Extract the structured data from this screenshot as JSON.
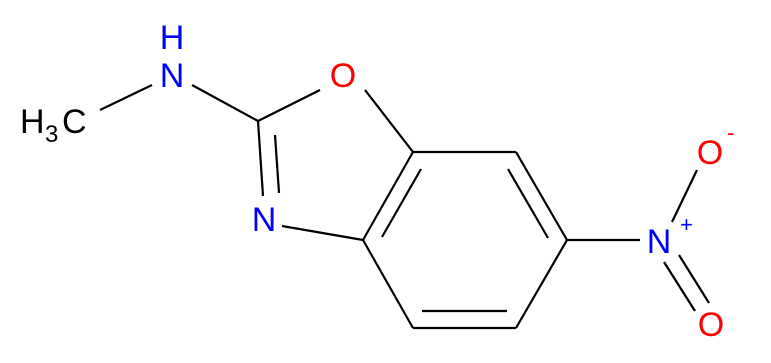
{
  "molecule": {
    "atoms": {
      "nh_n": "N",
      "nh_h": "H",
      "methyl_h": "H",
      "methyl_sub": "3",
      "methyl_c": "C",
      "ring_o": "O",
      "ring_n": "N",
      "nitro_n": "N",
      "nitro_n_charge": "+",
      "nitro_o_top": "O",
      "nitro_o_top_charge": "-",
      "nitro_o_bottom": "O"
    },
    "colors": {
      "carbon": "#000000",
      "nitrogen": "#0000ff",
      "oxygen": "#ff0000",
      "bond": "#000000"
    }
  }
}
